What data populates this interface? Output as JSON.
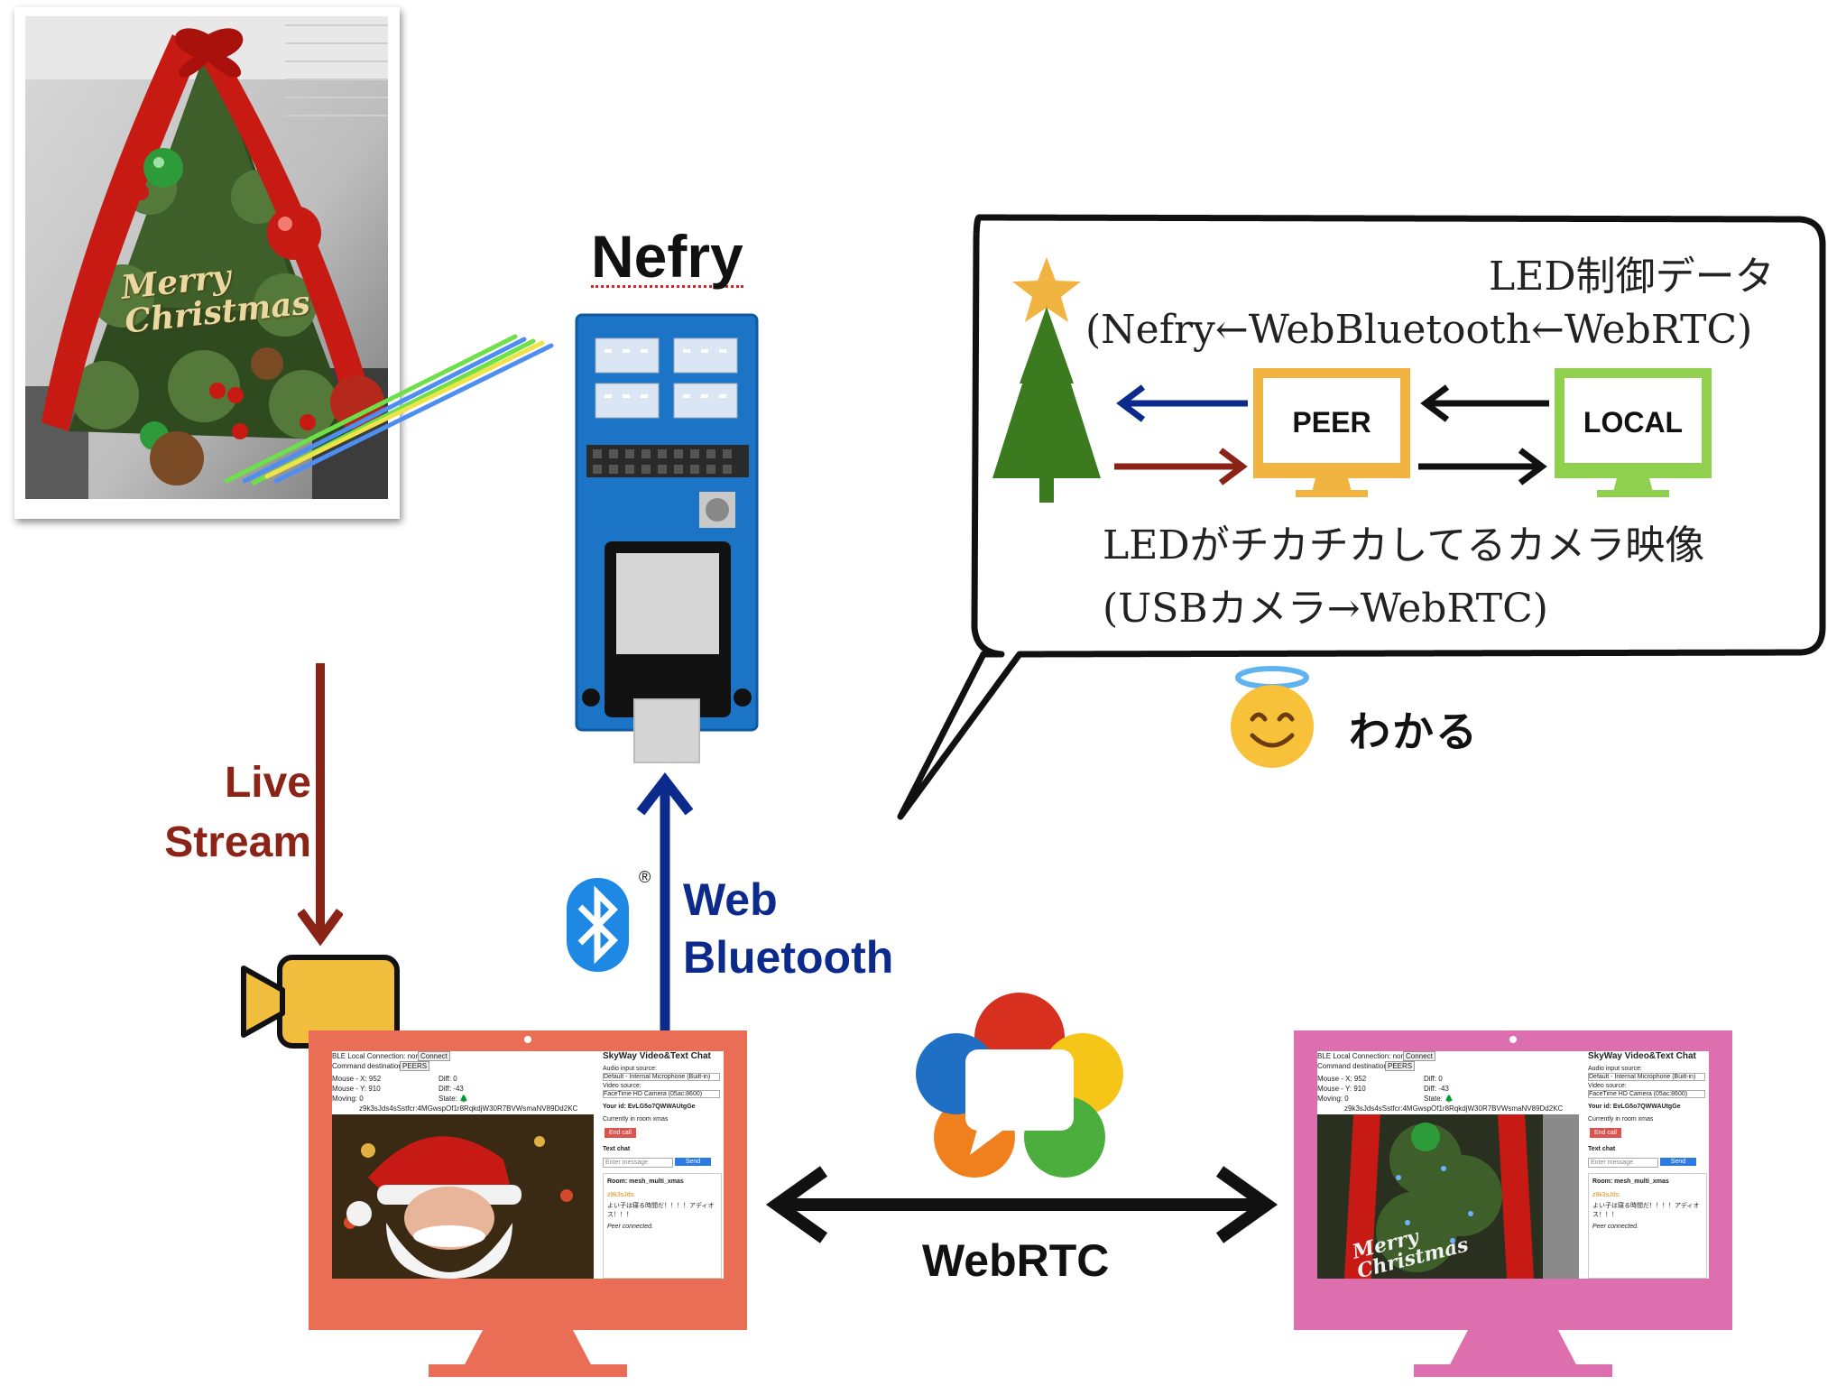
{
  "nefry": {
    "title": "Nefry"
  },
  "left_flow": {
    "line1": "Live",
    "line2": "Stream"
  },
  "bluetooth_flow": {
    "line1": "Web",
    "line2": "Bluetooth",
    "mark": "®"
  },
  "webrtc_link": {
    "label": "WebRTC"
  },
  "bubble": {
    "line1": "LED制御データ",
    "line2": "(Nefry←WebBluetooth←WebRTC)",
    "peer": "PEER",
    "local": "LOCAL",
    "line3": "LEDがチカチカしてるカメラ映像",
    "line4": "(USBカメラ→WebRTC)"
  },
  "reaction": {
    "text": "わかる"
  },
  "photo": {
    "sign": "Merry Christmas"
  },
  "screen_app": {
    "title": "SkyWay Video&Text Chat",
    "ble_status": "BLE Local Connection: none",
    "connect_btn": "Connect",
    "cmd_dest": "Command destination:",
    "peers_btn": "PEERS",
    "mouse_x": "Mouse - X: 952",
    "mouse_y": "Mouse - Y: 910",
    "diff_x": "Diff: 0",
    "diff_y": "Diff: -43",
    "moving": "Moving: 0",
    "state": "State: 🌲",
    "peer_hash": "z9k3sJds4sSstfcr:4MGwspOf1r8RqkdjW30R7BVWsmaNV89Dd2KC",
    "audio_label": "Audio input source:",
    "audio_val": "Default - Internal Microphone (Built-in)",
    "video_label": "Video source:",
    "video_val": "FaceTime HD Camera (05ac:8600)",
    "your_id": "Your id: EvLG5o7QWWAUtgGe",
    "room_label": "Currently in room xmas",
    "end_call": "End call",
    "text_chat": "Text chat",
    "msg_placeholder": "Enter message",
    "send": "Send",
    "room_name": "Room: mesh_multi_xmas",
    "msg_user": "z9k3sJds:",
    "msg_text": "よい子は寝る時間だ！！！！アディオス！！！",
    "peer_connected": "Peer connected."
  },
  "colors": {
    "left_monitor": "#ea6e56",
    "right_monitor": "#de6fae",
    "peer_monitor": "#f2b441",
    "local_monitor": "#8fd04f",
    "stream_arrow": "#8b2316",
    "bluetooth_arrow": "#0b2a8c",
    "nefry_board": "#1b74c6",
    "tree": "#3b7a1e",
    "camera": "#f1bd3d"
  }
}
